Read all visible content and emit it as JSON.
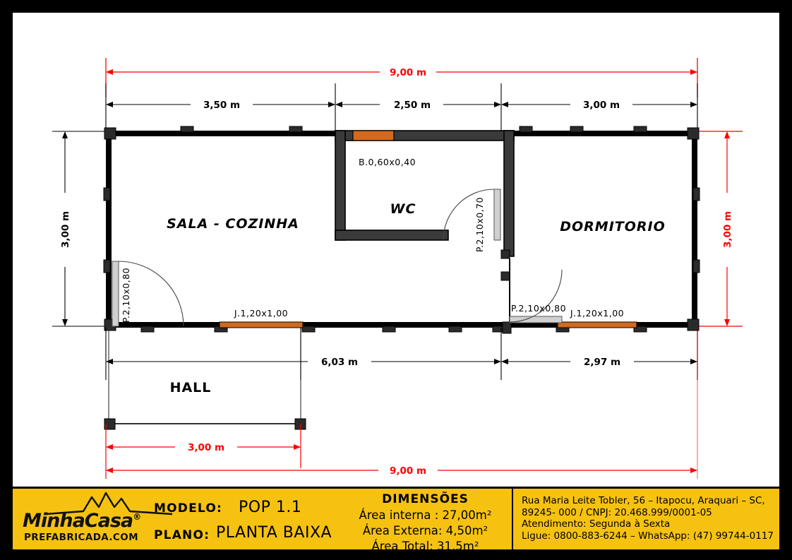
{
  "document": {
    "type": "floor-plan",
    "sheet_background": "#ffffff",
    "border_color": "#000000"
  },
  "plan": {
    "rooms": [
      {
        "id": "sala-cozinha",
        "label": "SALA  - COZINHA"
      },
      {
        "id": "wc",
        "label": "WC"
      },
      {
        "id": "dormitorio",
        "label": "DORMITORIO"
      },
      {
        "id": "hall",
        "label": "HALL"
      }
    ],
    "openings": [
      {
        "id": "entrance-door",
        "label": "P.2,10x0,80"
      },
      {
        "id": "wc-door",
        "label": "P.2,10x0,70"
      },
      {
        "id": "bedroom-door",
        "label": "P.2,10x0,80"
      },
      {
        "id": "wc-window",
        "label": "B.0,60x0,40"
      },
      {
        "id": "sala-window",
        "label": "J.1,20x1,00"
      },
      {
        "id": "dormitorio-window",
        "label": "J.1,20x1,00"
      }
    ],
    "dimensions": {
      "top_overall": "9,00 m",
      "top_segments": [
        "3,50 m",
        "2,50 m",
        "3,00 m"
      ],
      "left_height": "3,00 m",
      "right_height": "3,00 m",
      "bottom_segments": [
        "6,03 m",
        "2,97 m"
      ],
      "bottom_porch": "3,00 m",
      "bottom_overall": "9,00 m"
    },
    "colors": {
      "wall": "#000000",
      "interior_wall": "#3a3a3a",
      "window": "#d2691e",
      "dimension_red": "#ff0000",
      "dimension_black": "#000000",
      "door_leaf": "#d0d0d0"
    }
  },
  "titleblock": {
    "background": "#F5C211",
    "logo": {
      "name": "MinhaCasa",
      "registered": "®",
      "subtitle": "PREFABRICADA.COM"
    },
    "model_label": "MODELO:",
    "model_value": "POP 1.1",
    "plan_label": "PLANO:",
    "plan_value": "PLANTA BAIXA",
    "dimensions_title": "DIMENSÕES",
    "area_internal": "Área interna : 27,00m²",
    "area_external": "Área Externa: 4,50m²",
    "area_total": "Área Total: 31,5m²",
    "contact": {
      "line1": "Rua Maria Leite Tobler, 56 – Itapocu, Araquari – SC,",
      "line2": "89245- 000 / CNPJ: 20.468.999/0001-05",
      "line3": "Atendimento: Segunda à Sexta",
      "line4": "Ligue: 0800-883-6244 – WhatsApp: (47) 99744-0117"
    }
  }
}
